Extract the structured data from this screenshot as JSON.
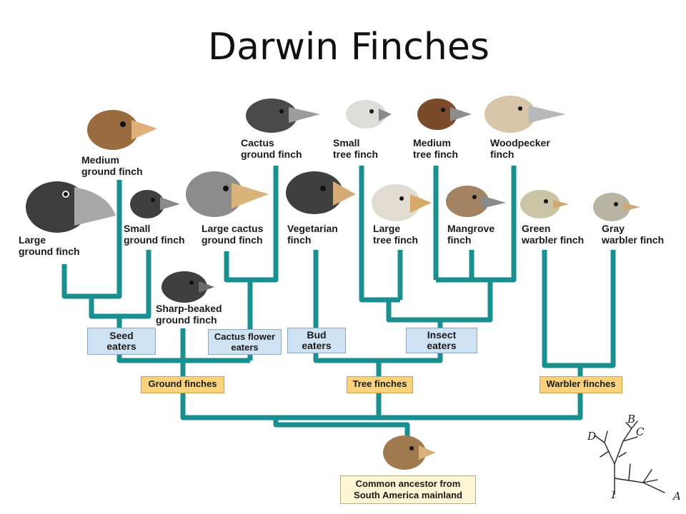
{
  "title": "Darwin Finches",
  "colors": {
    "tree": "#1a8f8f",
    "diet_box": "#cfe2f3",
    "group_box": "#f9d27e",
    "ancestor_box": "#fdf6d4"
  },
  "species": {
    "large_ground": "Large\nground finch",
    "medium_ground": "Medium\nground finch",
    "small_ground": "Small\nground finch",
    "sharp_beaked": "Sharp-beaked\nground finch",
    "large_cactus": "Large cactus\nground finch",
    "cactus_ground": "Cactus\nground finch",
    "vegetarian": "Vegetarian\nfinch",
    "small_tree": "Small\ntree finch",
    "large_tree": "Large\ntree finch",
    "medium_tree": "Medium\ntree finch",
    "mangrove": "Mangrove\nfinch",
    "woodpecker": "Woodpecker\nfinch",
    "green_warbler": "Green\nwarbler finch",
    "gray_warbler": "Gray\nwarbler finch"
  },
  "diets": {
    "seed": "Seed\neaters",
    "cactus_flower": "Cactus flower\neaters",
    "bud": "Bud\neaters",
    "insect": "Insect\neaters"
  },
  "groups": {
    "ground": "Ground finches",
    "tree": "Tree finches",
    "warbler": "Warbler finches"
  },
  "ancestor": "Common ancestor from\nSouth America mainland",
  "sketch_letters": {
    "a": "A",
    "b": "B",
    "c": "C",
    "d": "D",
    "one": "1"
  }
}
